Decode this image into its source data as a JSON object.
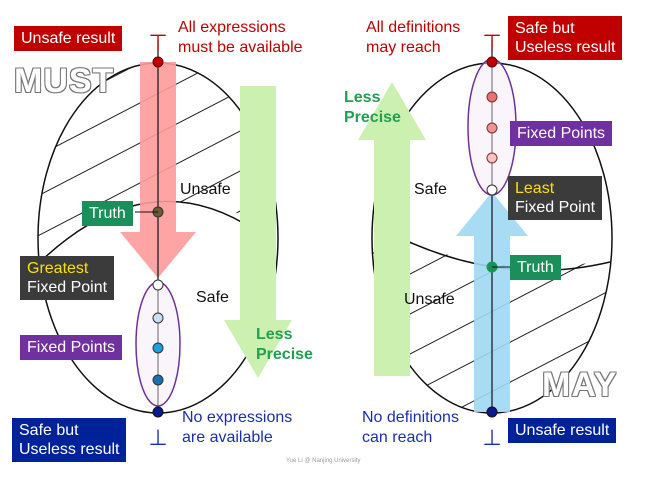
{
  "left": {
    "title": "MUST",
    "top_box": "Unsafe result",
    "top_note_line1": "All expressions",
    "top_note_line2": "must be available",
    "unsafe_label": "Unsafe",
    "safe_label": "Safe",
    "truth_box": "Truth",
    "gfp_line1": "Greatest",
    "gfp_line2": "Fixed Point",
    "fixed_points_box": "Fixed Points",
    "less_precise_line1": "Less",
    "less_precise_line2": "Precise",
    "bottom_box_line1": "Safe but",
    "bottom_box_line2": "Useless result",
    "bottom_note_line1": "No expressions",
    "bottom_note_line2": "are available",
    "top_symbol": "⊤",
    "bottom_symbol": "⊥"
  },
  "right": {
    "title": "MAY",
    "top_box_line1": "Safe but",
    "top_box_line2": "Useless result",
    "top_note_line1": "All definitions",
    "top_note_line2": "may reach",
    "less_precise_line1": "Less",
    "less_precise_line2": "Precise",
    "safe_label": "Safe",
    "unsafe_label": "Unsafe",
    "fixed_points_box": "Fixed Points",
    "lfp_line1": "Least",
    "lfp_line2": "Fixed Point",
    "truth_box": "Truth",
    "bottom_box": "Unsafe result",
    "bottom_note_line1": "No definitions",
    "bottom_note_line2": "can reach",
    "top_symbol": "⊤",
    "bottom_symbol": "⊥"
  },
  "footer": "Yue Li @ Nanjing University",
  "colors": {
    "red": "#c00000",
    "blue": "#002299",
    "green": "#1a8f5a",
    "purple": "#7030a0",
    "dark": "#3b3b3b",
    "pink_arrow": "#ff9a9a",
    "light_green_arrow": "#ccf0b0",
    "light_blue_arrow": "#9ed8f4"
  }
}
